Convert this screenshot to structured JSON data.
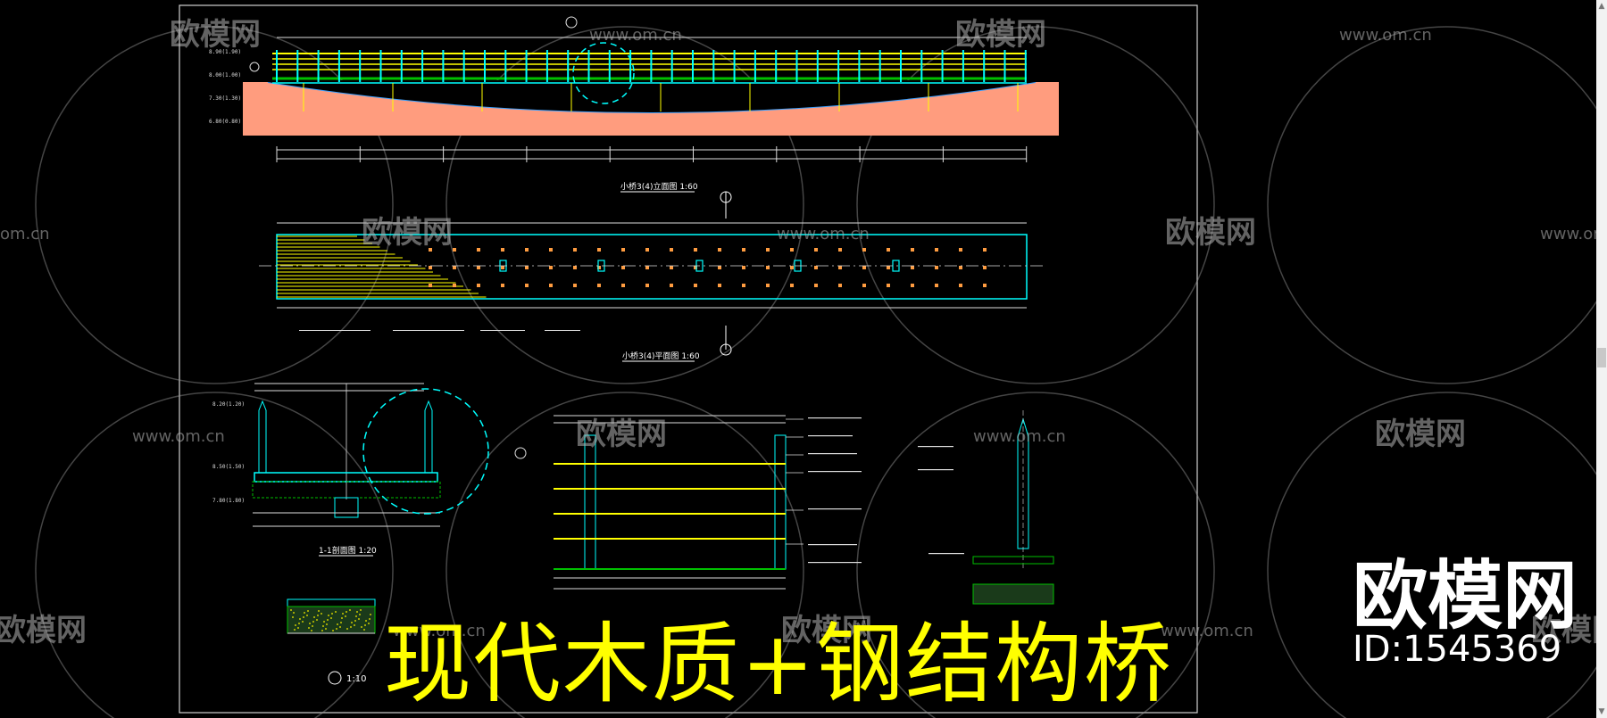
{
  "title": "现代木质+钢结构桥",
  "brand": {
    "name": "欧模网",
    "id": "ID:1545369"
  },
  "watermark": {
    "logo_text": "欧模网",
    "url": "www.om.cn",
    "url_fragment": "om.cn"
  },
  "drawing": {
    "elevation_label": "小桥3(4)立面图 1:60",
    "plan_label": "小桥3(4)平面图 1:60",
    "section_label": "1-1剖面图 1:20",
    "detail_scale": "1:10",
    "level_marks": [
      "8.90(1.90)",
      "8.00(1.00)",
      "7.30(1.30)",
      "6.80(0.80)"
    ],
    "section_levels": [
      "8.20(1.20)",
      "8.50(1.50)",
      "7.80(1.80)"
    ]
  },
  "colors": {
    "background": "#000000",
    "title": "#ffff00",
    "cad_white": "#ffffff",
    "cad_cyan": "#00ffff",
    "cad_yellow": "#ffff00",
    "cad_green": "#00c000",
    "ground_fill": "#ff9c7e"
  }
}
